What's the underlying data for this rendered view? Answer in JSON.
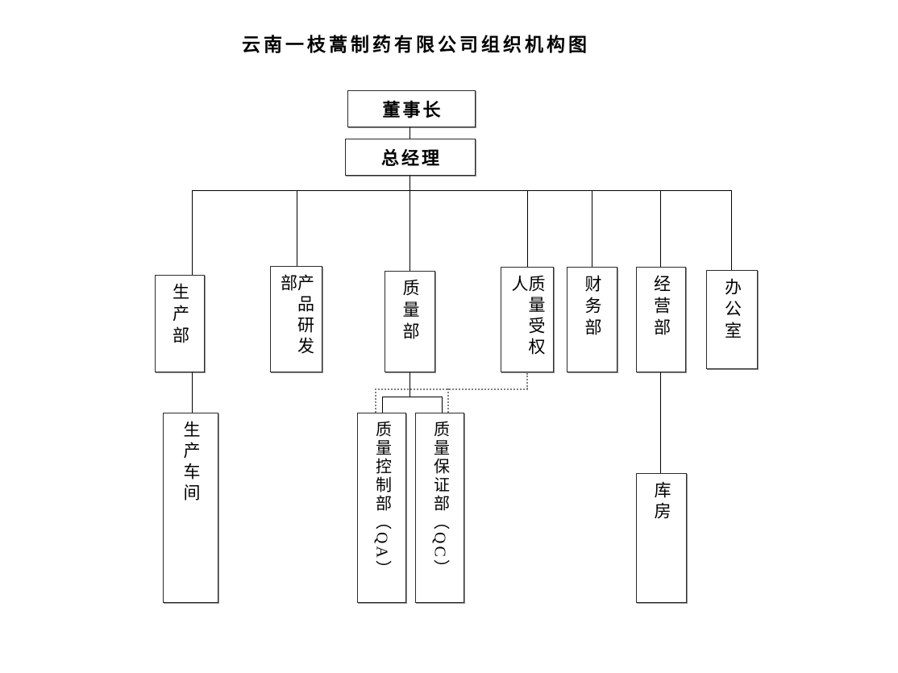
{
  "title": "云南一枝蒿制药有限公司组织机构图",
  "nodes": {
    "chairman": {
      "label": "董事长"
    },
    "general_manager": {
      "label": "总经理"
    },
    "production_dept": {
      "label": "生产部"
    },
    "product_rd_dept": {
      "label": "产品研发部"
    },
    "quality_dept": {
      "label": "质量部"
    },
    "quality_authorized_person": {
      "label": "质量受权人"
    },
    "finance_dept": {
      "label": "财务部"
    },
    "operations_dept": {
      "label": "经营部"
    },
    "office": {
      "label": "办公室"
    },
    "production_workshop": {
      "label": "生产车间"
    },
    "quality_control_dept": {
      "label": "质量控制部（QA）"
    },
    "quality_assurance_dept": {
      "label": "质量保证部（QC）"
    },
    "warehouse": {
      "label": "库房"
    }
  },
  "edges": [
    {
      "from": "chairman",
      "to": "general_manager",
      "style": "solid"
    },
    {
      "from": "general_manager",
      "to": "production_dept",
      "style": "solid"
    },
    {
      "from": "general_manager",
      "to": "product_rd_dept",
      "style": "solid"
    },
    {
      "from": "general_manager",
      "to": "quality_dept",
      "style": "solid"
    },
    {
      "from": "general_manager",
      "to": "quality_authorized_person",
      "style": "solid"
    },
    {
      "from": "general_manager",
      "to": "finance_dept",
      "style": "solid"
    },
    {
      "from": "general_manager",
      "to": "operations_dept",
      "style": "solid"
    },
    {
      "from": "general_manager",
      "to": "office",
      "style": "solid"
    },
    {
      "from": "production_dept",
      "to": "production_workshop",
      "style": "solid"
    },
    {
      "from": "quality_dept",
      "to": "quality_control_dept",
      "style": "solid"
    },
    {
      "from": "quality_dept",
      "to": "quality_assurance_dept",
      "style": "solid"
    },
    {
      "from": "operations_dept",
      "to": "warehouse",
      "style": "solid"
    },
    {
      "from": "quality_authorized_person",
      "to": "quality_control_dept",
      "style": "dotted"
    },
    {
      "from": "quality_authorized_person",
      "to": "quality_assurance_dept",
      "style": "dotted"
    }
  ],
  "colors": {
    "background": "#ffffff",
    "text": "#000000",
    "solid_line": "#000000",
    "dotted_line": "#808080",
    "box_border": "#2b2b2b",
    "box_shadow": "#8c8c8c"
  }
}
